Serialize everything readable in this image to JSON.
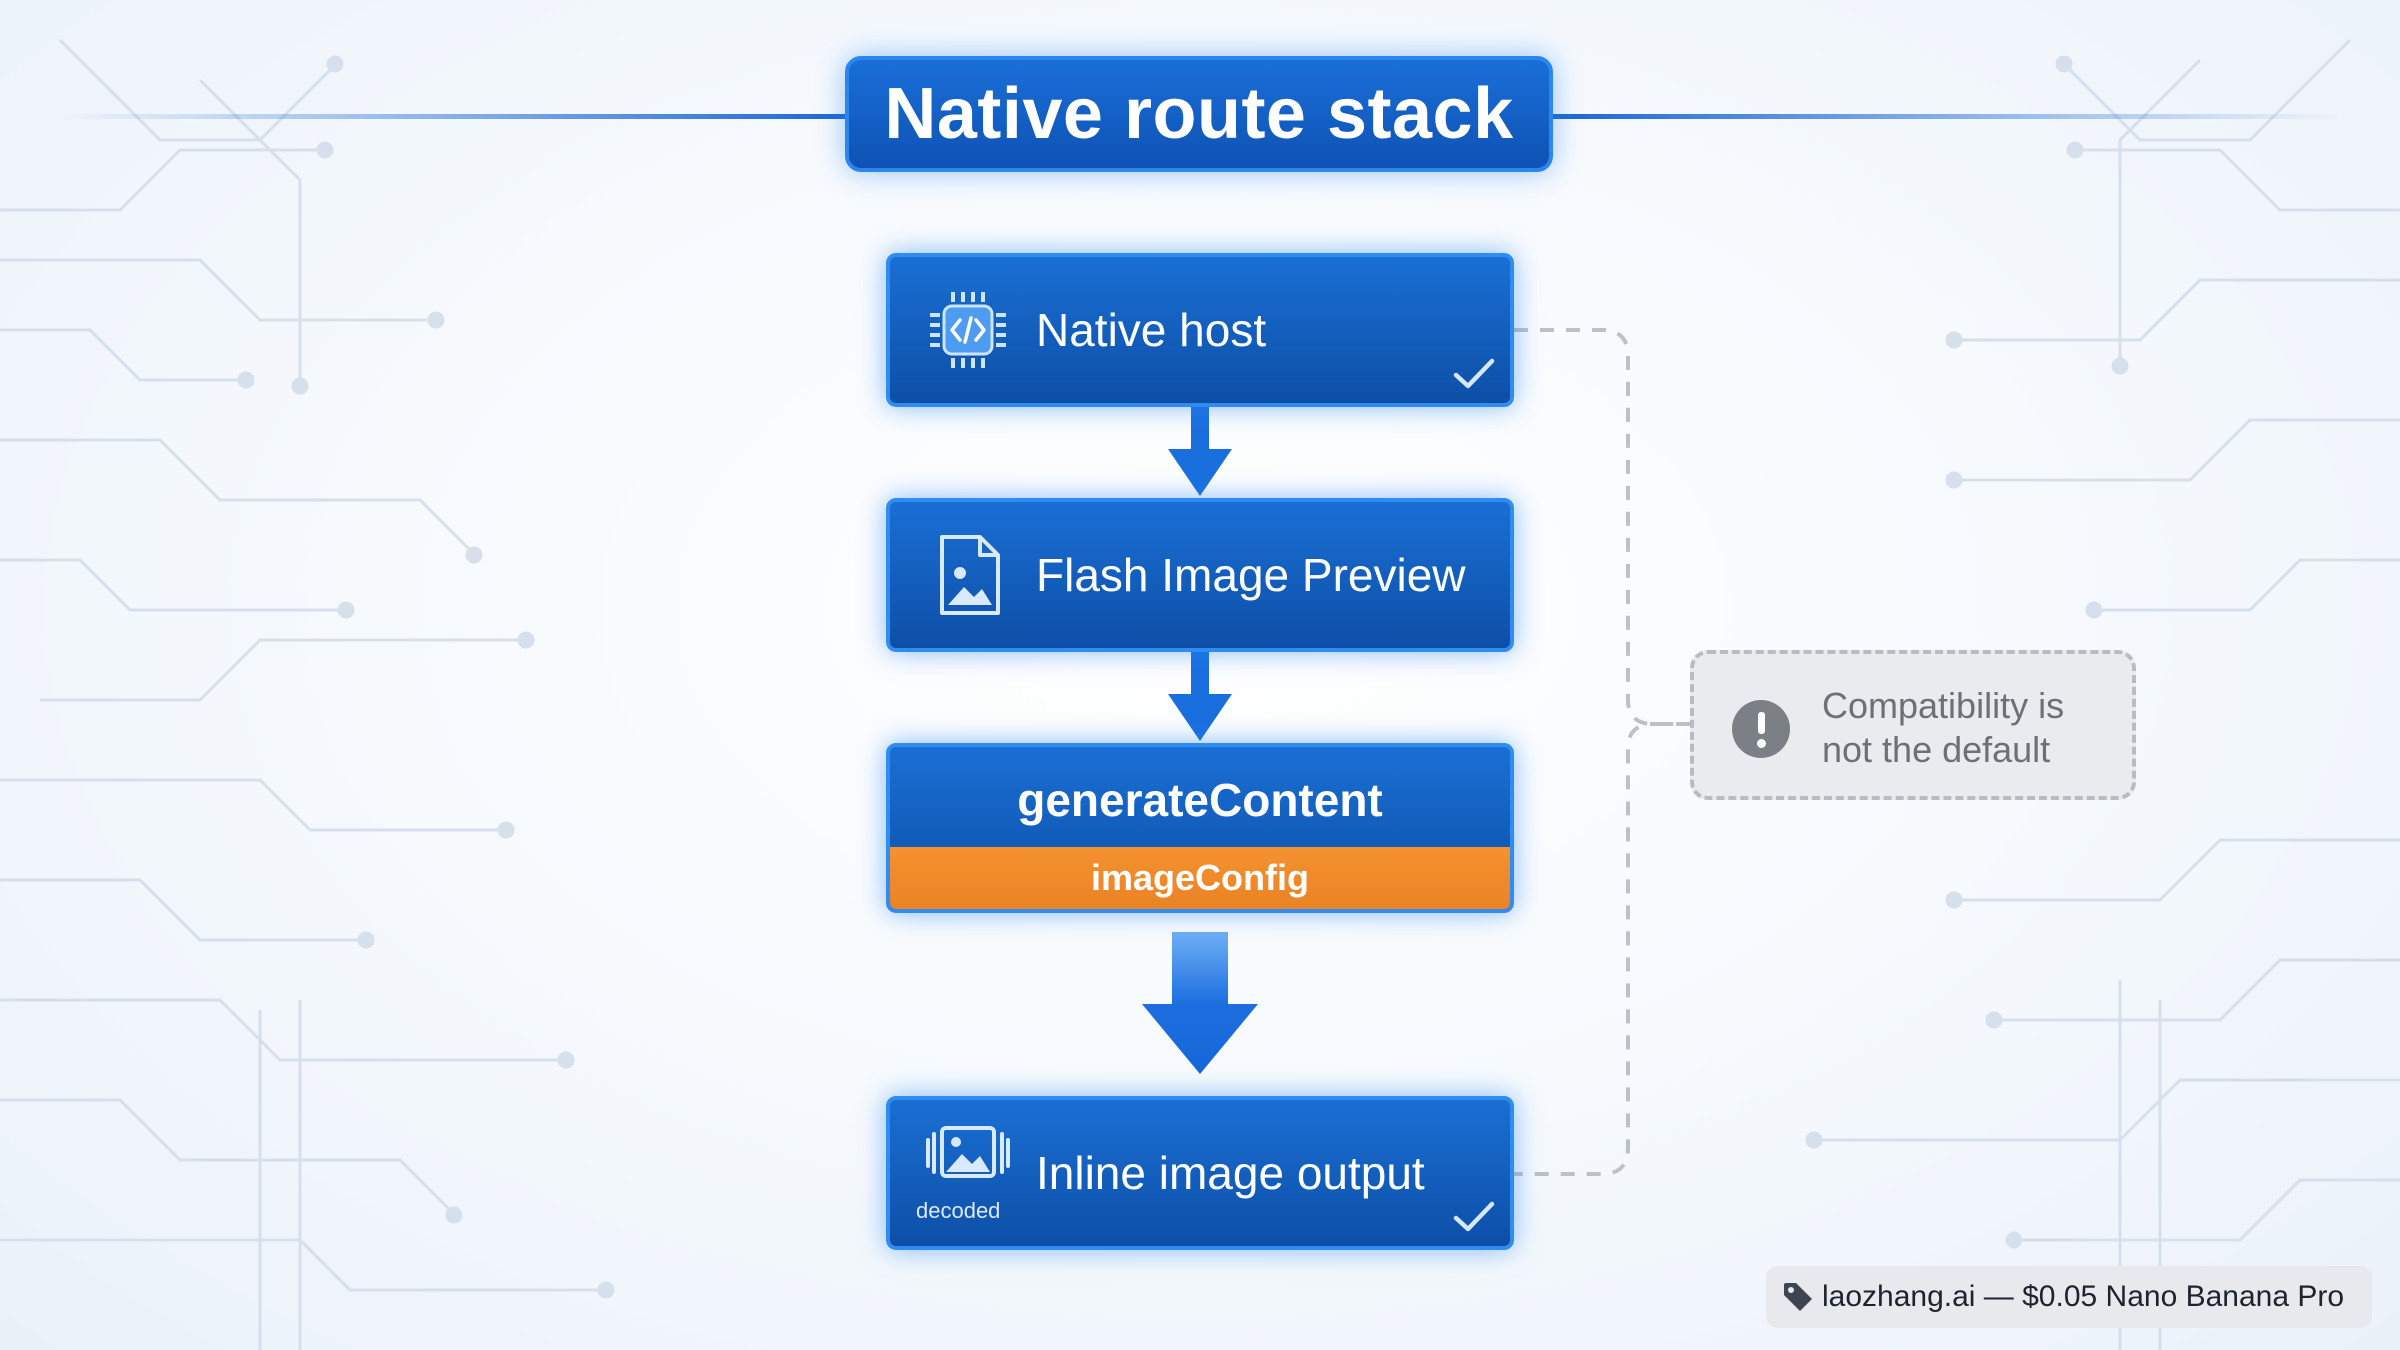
{
  "title": "Native route stack",
  "nodes": {
    "host": {
      "label": "Native host",
      "icon": "code-chip-icon",
      "checked": true
    },
    "flash": {
      "label": "Flash Image Preview",
      "icon": "image-file-icon"
    },
    "generate": {
      "label": "generateContent",
      "sublabel": "imageConfig"
    },
    "output": {
      "label": "Inline image output",
      "icon": "decoded-image-icon",
      "icon_caption": "decoded",
      "checked": true
    }
  },
  "callout": {
    "text": "Compatibility is not the default",
    "icon": "warning-icon"
  },
  "footer_tag": {
    "text": "laozhang.ai — $0.05 Nano Banana Pro",
    "icon": "price-tag-icon"
  },
  "colors": {
    "primary_blue": "#1565d8",
    "accent_orange": "#f08a2c",
    "callout_gray": "#e9ebee"
  }
}
